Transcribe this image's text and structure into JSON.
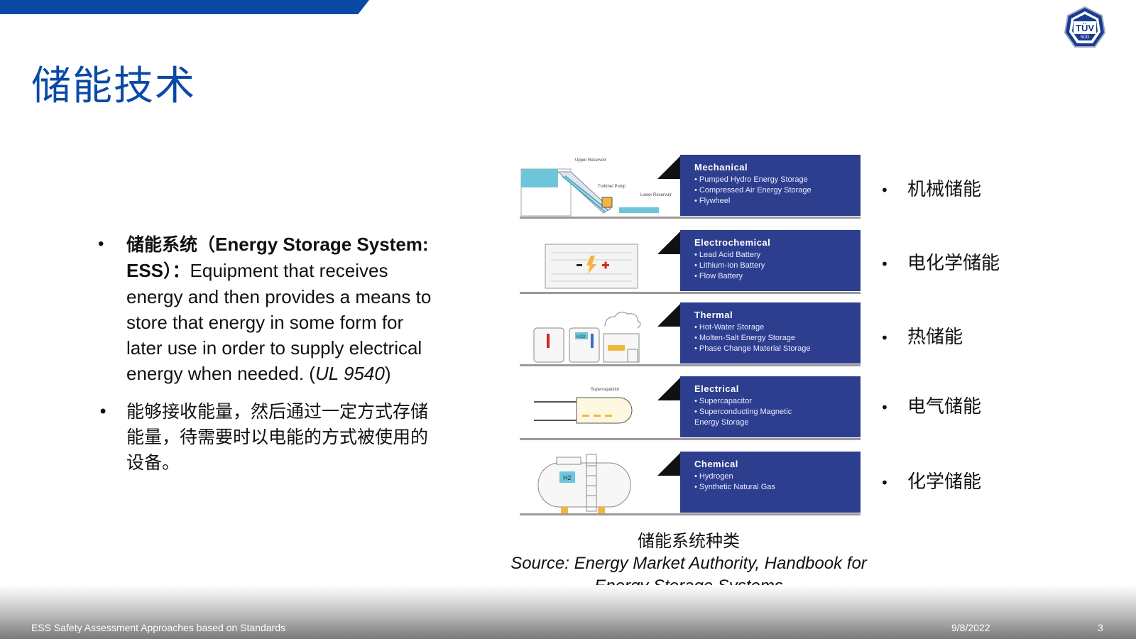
{
  "header": {
    "title": "储能技术",
    "logo_text_main": "TÜV",
    "logo_text_sub": "SÜD",
    "accent_color": "#0a4aa6"
  },
  "bullets": {
    "b1_cn_term": "储能系统（",
    "b1_en_term": "Energy Storage System: ESS",
    "b1_sep": "）：",
    "b1_desc": "Equipment that receives energy and then provides a means to store that energy in some form for later use in order to supply electrical energy when needed. (",
    "b1_ref": "UL 9540",
    "b1_close": ")",
    "b2": "能够接收能量，然后通过一定方式存储能量，待需要时以电能的方式被使用的设备。"
  },
  "figure": {
    "rows": [
      {
        "title": "Mechanical",
        "items": [
          "• Pumped Hydro Energy Storage",
          "• Compressed Air Energy Storage",
          "• Flywheel"
        ],
        "illus": {
          "upper": "Upper Reservoir",
          "turbine": "Turbine/ Pump",
          "lower": "Lower Reservoir"
        }
      },
      {
        "title": "Electrochemical",
        "items": [
          "• Lead Acid Battery",
          "• Lithium-Ion Battery",
          "• Flow Battery"
        ]
      },
      {
        "title": "Thermal",
        "items": [
          "• Hot-Water Storage",
          "• Molten-Salt Energy Storage",
          "• Phase Change Material Storage"
        ],
        "illus": {
          "h2o": "H2O"
        }
      },
      {
        "title": "Electrical",
        "items": [
          "• Supercapacitor",
          "• Superconducting Magnetic",
          "  Energy Storage"
        ],
        "illus": {
          "supercap": "Supercapacitor"
        }
      },
      {
        "title": "Chemical",
        "items": [
          "• Hydrogen",
          "• Synthetic Natural Gas"
        ],
        "illus": {
          "h2": "H2"
        }
      }
    ],
    "panel_color": "#2e3e8f"
  },
  "cn_labels": [
    "机械储能",
    "电化学储能",
    "热储能",
    "电气储能",
    "化学储能"
  ],
  "caption": {
    "cn": "储能系统种类",
    "source": "Source: Energy Market Authority, Handbook for Energy Storage Systems"
  },
  "footer": {
    "left": "ESS Safety Assessment Approaches based on Standards",
    "date": "9/8/2022",
    "page": "3"
  }
}
